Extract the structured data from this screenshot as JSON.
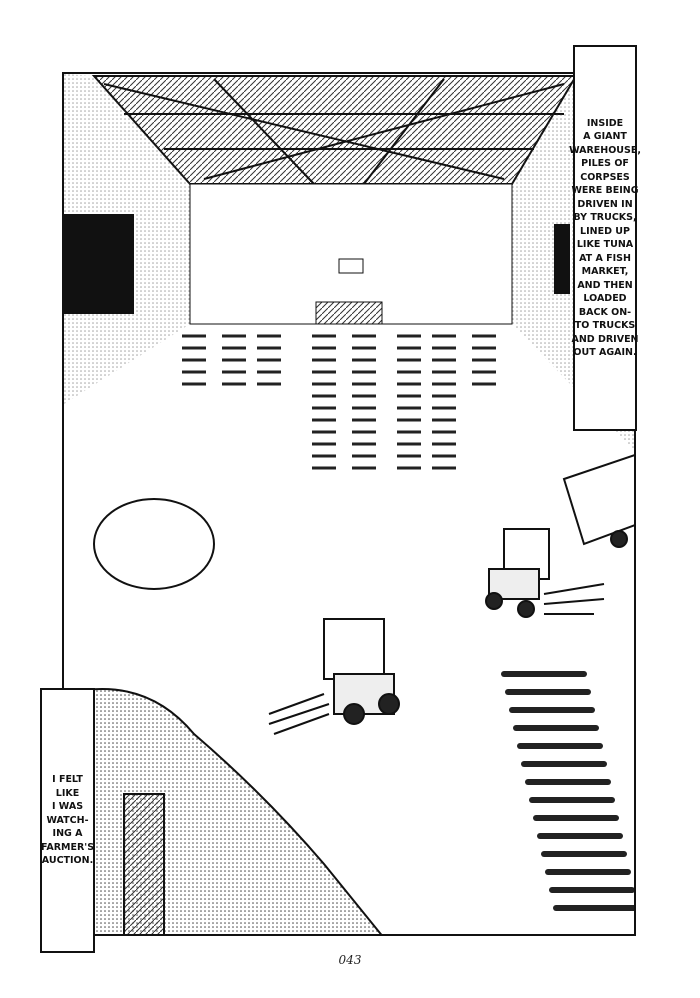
{
  "captions": {
    "right": "INSIDE\nA GIANT\nWAREHOUSE,\nPILES OF\nCORPSES\nWERE BEING\nDRIVEN IN\nBY TRUCKS,\nLINED UP\nLIKE TUNA\nAT A FISH\nMARKET,\nAND THEN\nLOADED\nBACK ON-\nTO TRUCKS\nAND DRIVEN\nOUT AGAIN.",
    "left": "I FELT\nLIKE\nI WAS\nWATCH-\nING A\nFARMER'S\nAUCTION."
  },
  "page_number": "043"
}
